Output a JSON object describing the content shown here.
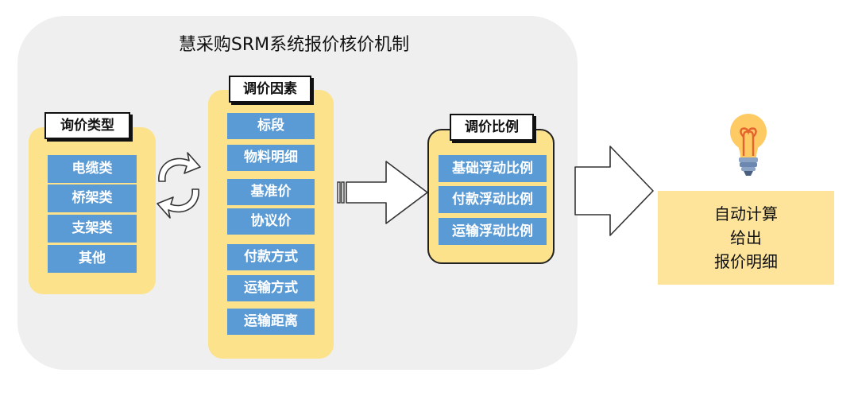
{
  "diagram": {
    "title": "慧采购SRM系统报价核价机制",
    "inquiry": {
      "label": "询价类型",
      "items": [
        "电缆类",
        "桥架类",
        "支架类",
        "其他"
      ]
    },
    "factors": {
      "label": "调价因素",
      "items": [
        "标段",
        "物料明细",
        "基准价",
        "协议价",
        "付款方式",
        "运输方式",
        "运输距离"
      ]
    },
    "ratios": {
      "label": "调价比例",
      "items": [
        "基础浮动比例",
        "付款浮动比例",
        "运输浮动比例"
      ]
    },
    "result": {
      "lines": [
        "自动计算",
        "给出",
        "报价明细"
      ]
    }
  },
  "icons": [
    "cycle-arrows-icon",
    "striped-arrow-icon",
    "outline-arrow-icon",
    "lightbulb-icon"
  ],
  "colors": {
    "item_blue": "#5b9bd5",
    "group_yellow": "#fde28c",
    "panel_gray": "#efefef",
    "result_yellow": "#fde49a"
  }
}
